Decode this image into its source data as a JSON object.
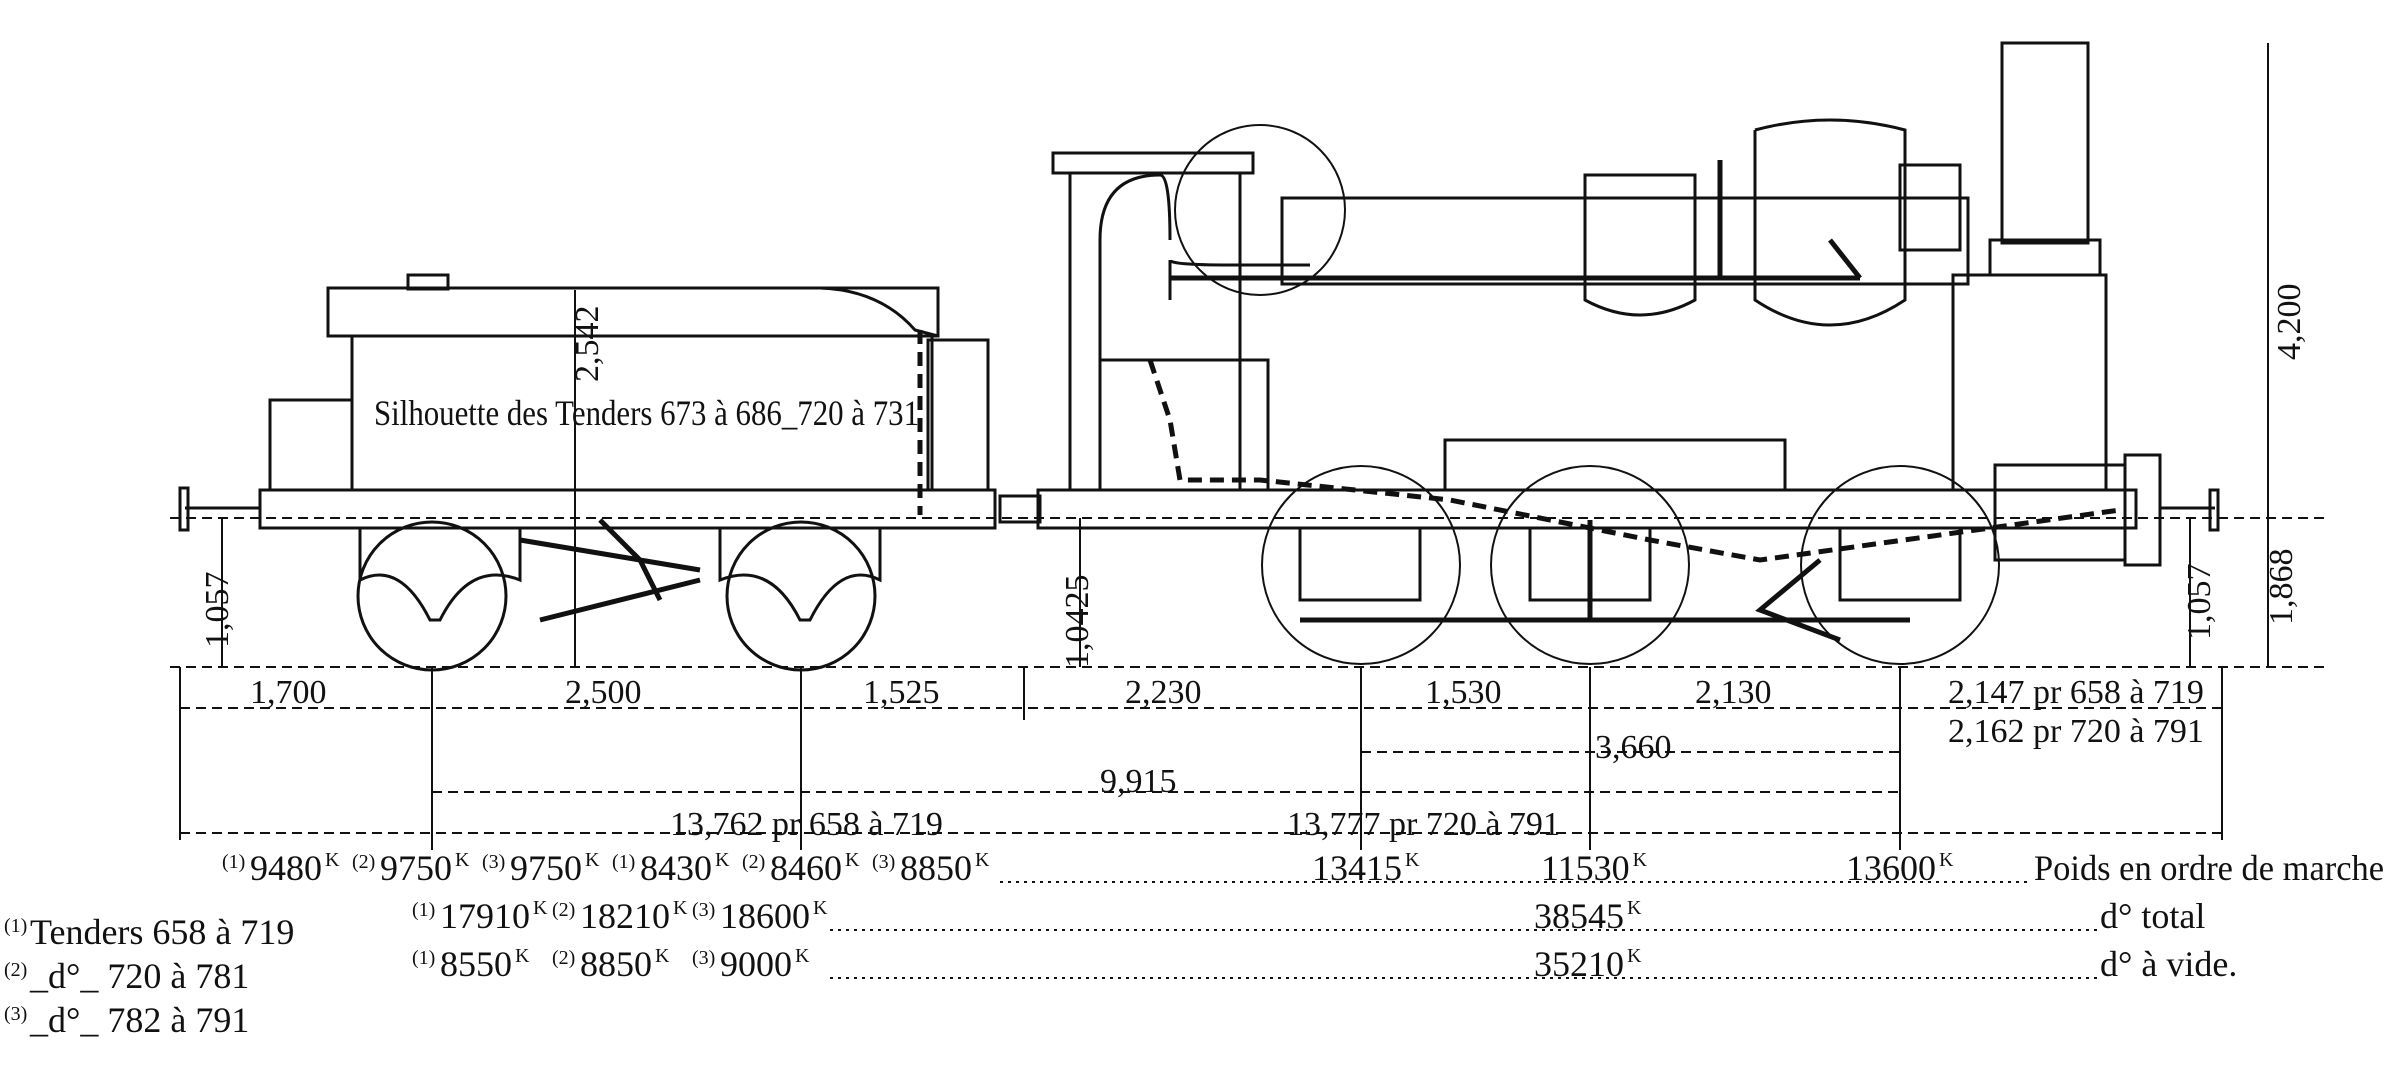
{
  "tender_label": "Silhouette des Tenders 673 à 686_720 à 731",
  "heights": {
    "tender_height": "2,542",
    "tender_buffer": "1,057",
    "drawbar": "1,0425",
    "loco_height": "4,200",
    "boiler_axis": "1,868",
    "loco_buffer": "1,057"
  },
  "dimensions": {
    "row1": [
      "1,700",
      "2,500",
      "1,525",
      "2,230",
      "1,530",
      "2,130"
    ],
    "overhang_a": "2,147 pr 658 à 719",
    "overhang_b": "2,162 pr 720 à 791",
    "wheelbase_loco": "3,660",
    "wheelbase_total": "9,915",
    "length_a": "13,762 pr 658 à 719",
    "length_b": "13,777 pr 720 à 791"
  },
  "weights": {
    "running": {
      "tender": [
        {
          "mark": "(1)",
          "value": "9480",
          "unit": "K"
        },
        {
          "mark": "(2)",
          "value": "9750",
          "unit": "K"
        },
        {
          "mark": "(3)",
          "value": "9750",
          "unit": "K"
        },
        {
          "mark": "(1)",
          "value": "8430",
          "unit": "K"
        },
        {
          "mark": "(2)",
          "value": "8460",
          "unit": "K"
        },
        {
          "mark": "(3)",
          "value": "8850",
          "unit": "K"
        }
      ],
      "loco": [
        {
          "value": "13415",
          "unit": "K"
        },
        {
          "value": "11530",
          "unit": "K"
        },
        {
          "value": "13600",
          "unit": "K"
        }
      ],
      "label": "Poids en ordre de marche"
    },
    "total": {
      "tender": [
        {
          "mark": "(1)",
          "value": "17910",
          "unit": "K"
        },
        {
          "mark": "(2)",
          "value": "18210",
          "unit": "K"
        },
        {
          "mark": "(3)",
          "value": "18600",
          "unit": "K"
        }
      ],
      "loco": {
        "value": "38545",
        "unit": "K"
      },
      "label": "d° total"
    },
    "empty": {
      "tender": [
        {
          "mark": "(1)",
          "value": "8550",
          "unit": "K"
        },
        {
          "mark": "(2)",
          "value": "8850",
          "unit": "K"
        },
        {
          "mark": "(3)",
          "value": "9000",
          "unit": "K"
        }
      ],
      "loco": {
        "value": "35210",
        "unit": "K"
      },
      "label": "d° à vide."
    }
  },
  "legend": [
    {
      "mark": "(1)",
      "text": "Tenders 658 à 719"
    },
    {
      "mark": "(2)",
      "text": "_d°_ 720 à 781"
    },
    {
      "mark": "(3)",
      "text": "_d°_ 782 à 791"
    }
  ]
}
